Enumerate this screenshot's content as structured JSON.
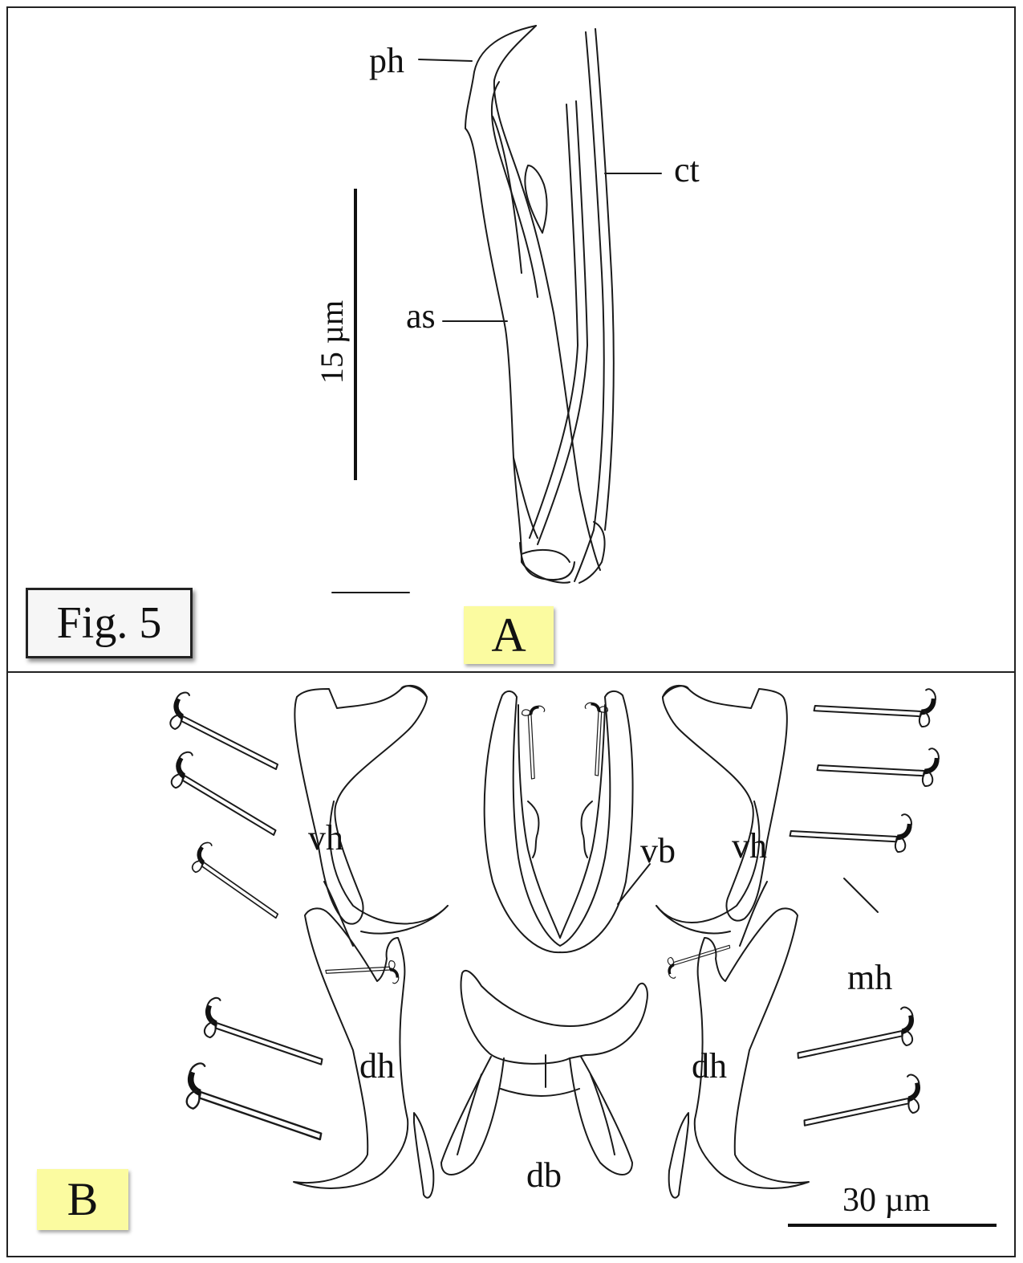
{
  "figure": {
    "title": "Fig. 5"
  },
  "panel_a": {
    "letter": "A",
    "scale_bar_label": "15 µm",
    "labels": {
      "ph": "ph",
      "ct": "ct",
      "as": "as"
    }
  },
  "panel_b": {
    "letter": "B",
    "scale_bar_label": "30 µm",
    "labels": {
      "vh_left": "vh",
      "vh_right": "vh",
      "vb": "vb",
      "mh": "mh",
      "dh_left": "dh",
      "dh_right": "dh",
      "db": "db"
    }
  },
  "colors": {
    "label_box_yellow": "#fbfba0",
    "fig_box_gray": "#f6f6f6",
    "ink": "#1a1a1a"
  }
}
